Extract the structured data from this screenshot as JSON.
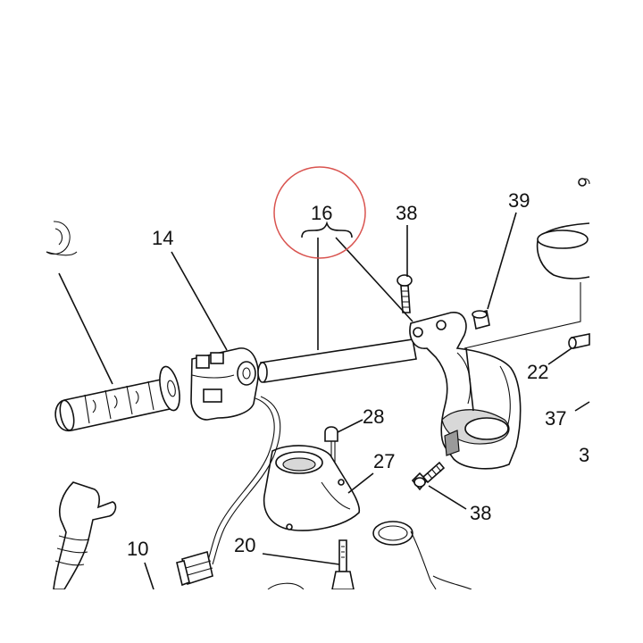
{
  "labels": {
    "p16": "16",
    "p38_top": "38",
    "p39": "39",
    "p14": "14",
    "p22": "22",
    "p37": "37",
    "p3_partial": "3",
    "p28": "28",
    "p27": "27",
    "p38_bottom": "38",
    "p10": "10",
    "p20": "20"
  },
  "colors": {
    "line": "#111111",
    "highlight": "#d9534f",
    "background": "#ffffff"
  }
}
